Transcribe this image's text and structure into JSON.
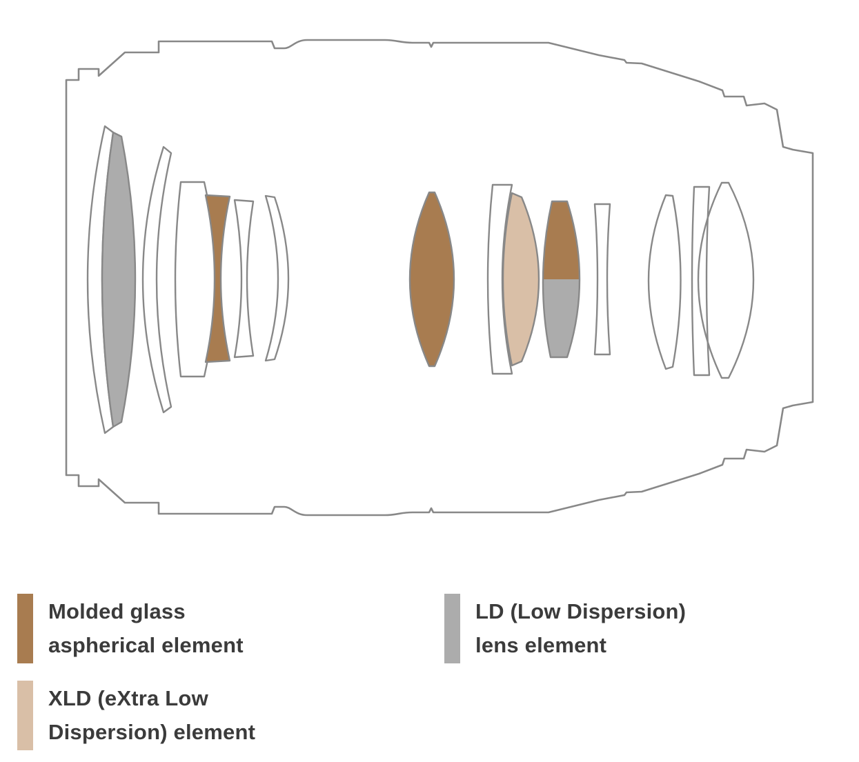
{
  "page": {
    "background": "#ffffff"
  },
  "colors": {
    "aspherical": "#a87c50",
    "ld_gray": "#acacac",
    "xld": "#d9bfa7",
    "outline": "#888888",
    "text": "#3b3b3b",
    "none": "none",
    "white": "#ffffff"
  },
  "diagram": {
    "name": "lens-construction-cross-section",
    "colored_elements": [
      {
        "id": "ld-front-element",
        "type": "LD (Low Dispersion) lens element"
      },
      {
        "id": "aspherical-front-element",
        "type": "Molded glass aspherical element"
      },
      {
        "id": "aspherical-middle-element",
        "type": "Molded glass aspherical element"
      },
      {
        "id": "xld-element",
        "type": "XLD (eXtra Low Dispersion) element"
      },
      {
        "id": "hybrid-aspherical-ld-element",
        "type": "Molded glass aspherical / LD lens element"
      }
    ]
  },
  "legend": {
    "aspherical": {
      "line1": "Molded glass",
      "line2": "aspherical element"
    },
    "ld": {
      "line1": "LD (Low Dispersion)",
      "line2": "lens element"
    },
    "xld": {
      "line1": "XLD (eXtra Low",
      "line2": "Dispersion) element"
    }
  }
}
